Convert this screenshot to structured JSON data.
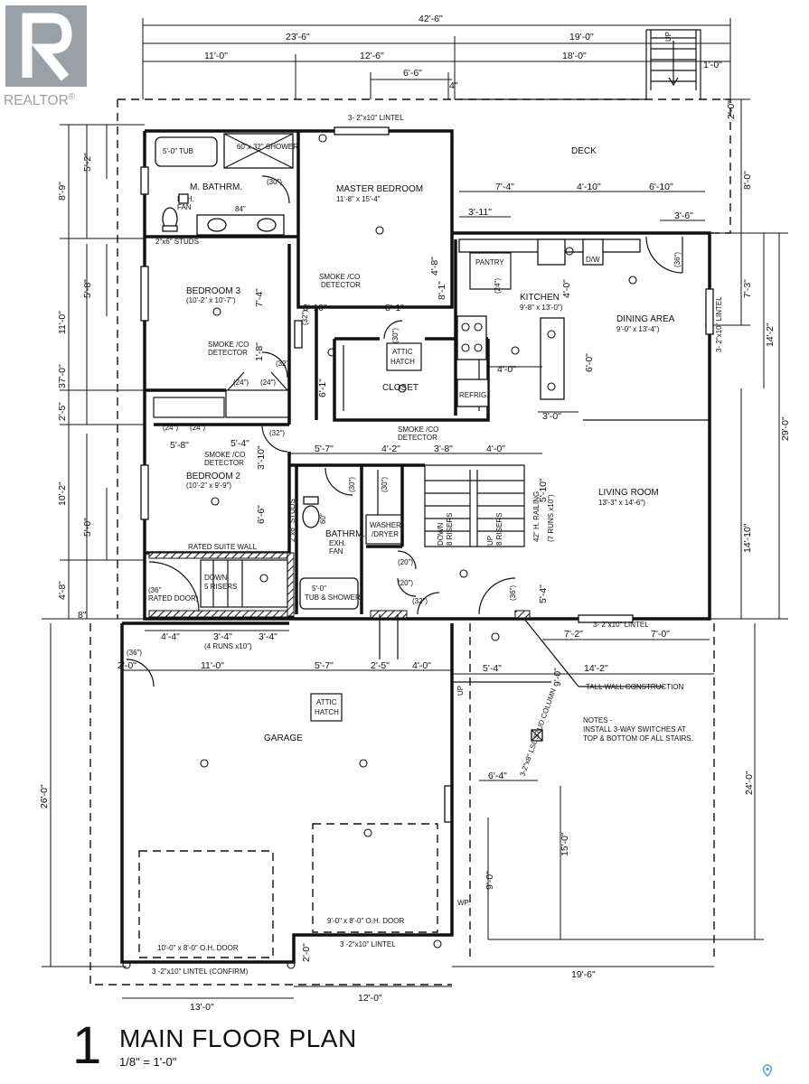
{
  "brand": {
    "name": "REALTOR",
    "mark": "®",
    "color": "#9aa0a6"
  },
  "title": {
    "number": "1",
    "text": "MAIN FLOOR PLAN",
    "scale": "1/8\" = 1'-0\""
  },
  "rooms": {
    "deck": "DECK",
    "master": "MASTER BEDROOM",
    "master_size": "11'-8\" x 15'-4\"",
    "mbath": "M. BATHRM.",
    "bed3": "BEDROOM 3",
    "bed3_size": "(10'-2\" x 10'-7\")",
    "bed2": "BEDROOM 2",
    "bed2_size": "(10'-2\" x 9'-9\")",
    "kitchen": "KITCHEN",
    "kitchen_size": "9'-8\" x 13'-0\")",
    "dining": "DINING AREA",
    "dining_size": "9'-0\" x 13'-4\")",
    "living": "LIVING ROOM",
    "living_size": "13'-3\" x 14'-6\")",
    "closet": "CLOSET",
    "attic": "ATTIC",
    "hatch": "HATCH",
    "pantry": "PANTRY",
    "refrig": "REFRIG.",
    "bath": "BATHRM.",
    "washer": "WASHER",
    "dryer": "/DRYER",
    "garage": "GARAGE"
  },
  "labels": {
    "tub": "5'-0\" TUB",
    "shower": "60\"x 32\" SHOWER",
    "exh": "EXH.",
    "fan": "FAN",
    "vanity": "84\"",
    "studs": "2\"x6\" STUDS",
    "studs2": "2\"x6\" STUDS",
    "lintel_top": "3- 2\"x10\" LINTEL",
    "lintel_right": "3- 2\"x10\" LINTEL",
    "lintel_living": "3- 2\"x10\" LINTEL",
    "smoke": "SMOKE /CO",
    "detector": "DETECTOR",
    "rated_wall": "RATED SUITE WALL",
    "rated_door": "RATED DOOR)",
    "rated_door_size": "(36\"",
    "down5": "DOWN",
    "risers5": "5 RISERS",
    "down8": "DOWN",
    "risers8": "8 RISERS",
    "up8": "UP",
    "up8r": "8 RISERS",
    "runs4": "(4 RUNS x10\")",
    "runs7": "(7 RUNS x10\")",
    "railing": "42\" H. RAILING",
    "tub_shower": "5'-0\"",
    "tub_shower2": "TUB & SHOWER",
    "tall_wall": "TALL WALL CONSTRUCTION",
    "notes_h": "NOTES -",
    "notes_1": "INSTALL 3-WAY SWITCHES AT",
    "notes_2": "TOP & BOTTOM OF ALL STAIRS.",
    "column": "3-2\"x8\" LSL STUD COLUMN",
    "ohdoor1": "10'-0\" x 8'-0\" O.H. DOOR",
    "ohdoor2": "9'-0\" x 8'-0\" O.H. DOOR",
    "lintel_confirm": "3 -2\"x10\" LINTEL (CONFIRM)",
    "lintel_garage": "3 -2\"x10\" LINTEL",
    "dw": "D/W",
    "up_deck": "UP",
    "up_garage": "UP",
    "wp": "WP."
  },
  "doors": {
    "d30a": "(30\")",
    "d36a": "(36\")",
    "d32a": "(32\")",
    "d24a": "(24\")",
    "d24b": "(24\")",
    "d24c": "(24\")",
    "d24d": "(24\")",
    "d32b": "(32\")",
    "d32c": "(32\")",
    "d30b": "(30\")",
    "d30c": "(30\")",
    "d60": "60\"",
    "d20a": "(20\")",
    "d20b": "(20\")",
    "d32d": "(32\")",
    "d36b": "(36\")",
    "d36c": "(36\")"
  },
  "dims": {
    "top_overall": "42'-6\"",
    "top_23": "23'-6\"",
    "top_19": "19'-0\"",
    "top_11": "11'-0\"",
    "top_12": "12'-6\"",
    "top_18": "18'-0\"",
    "top_66": "6'-6\"",
    "top_4": "4\"",
    "top_10": "1'-0\"",
    "left_37": "37'-0\"",
    "left_89": "8'-9\"",
    "left_52": "5'-2\"",
    "left_11": "11'-0\"",
    "left_58": "5'-8\"",
    "left_25": "2'-5\"",
    "left_102": "10'-2\"",
    "left_50": "5'-0\"",
    "left_48": "4'-8\"",
    "left_8": "8\"",
    "left_26": "26'-0\"",
    "right_29": "29'-0\"",
    "right_80": "8'-0\"",
    "right_20": "2'-0\"",
    "right_142": "14'-2\"",
    "right_73": "7'-3\"",
    "right_1410": "14'-10\"",
    "right_24": "24'-0\"",
    "in_74": "7'-4\"",
    "in_410": "4'-10\"",
    "in_610": "6'-10\"",
    "in_311": "3'-11\"",
    "in_36": "3'-6\"",
    "in_48": "4'-8\"",
    "in_81": "8'-1\"",
    "in_81b": "8'-1\"",
    "in_40": "4'-0\"",
    "in_60": "6'-0\"",
    "in_40b": "4'-0\"",
    "in_30": "3'-0\"",
    "in_74b": "7'-4\"",
    "in_310": "3'-10\"",
    "in_18": "1'-8\"",
    "in_61": "6'-1\"",
    "in_58": "5'-8\"",
    "in_54": "5'-4\"",
    "in_57": "5'-7\"",
    "in_42": "4'-2\"",
    "in_38": "3'-8\"",
    "in_40c": "4'-0\"",
    "in_310b": "3'-10\"",
    "in_66": "6'-6\"",
    "in_510": "5'-10\"",
    "in_54b": "5'-4\"",
    "in_44": "4'-4\"",
    "in_34": "3'-4\"",
    "in_34b": "3'-4\"",
    "in_72": "7'-2\"",
    "in_70": "7'-0\"",
    "in_20": "2'-0\"",
    "in_110": "11'-0\"",
    "in_57b": "5'-7\"",
    "in_25": "2'-5\"",
    "in_40d": "4'-0\"",
    "in_54c": "5'-4\"",
    "in_142b": "14'-2\"",
    "in_90": "9'-0\"",
    "in_64": "6'-4\"",
    "in_150": "15'-0\"",
    "in_90b": "9'-0\"",
    "in_20b": "2'-0\"",
    "bot_130": "13'-0\"",
    "bot_120": "12'-0\"",
    "bot_196": "19'-6\""
  }
}
